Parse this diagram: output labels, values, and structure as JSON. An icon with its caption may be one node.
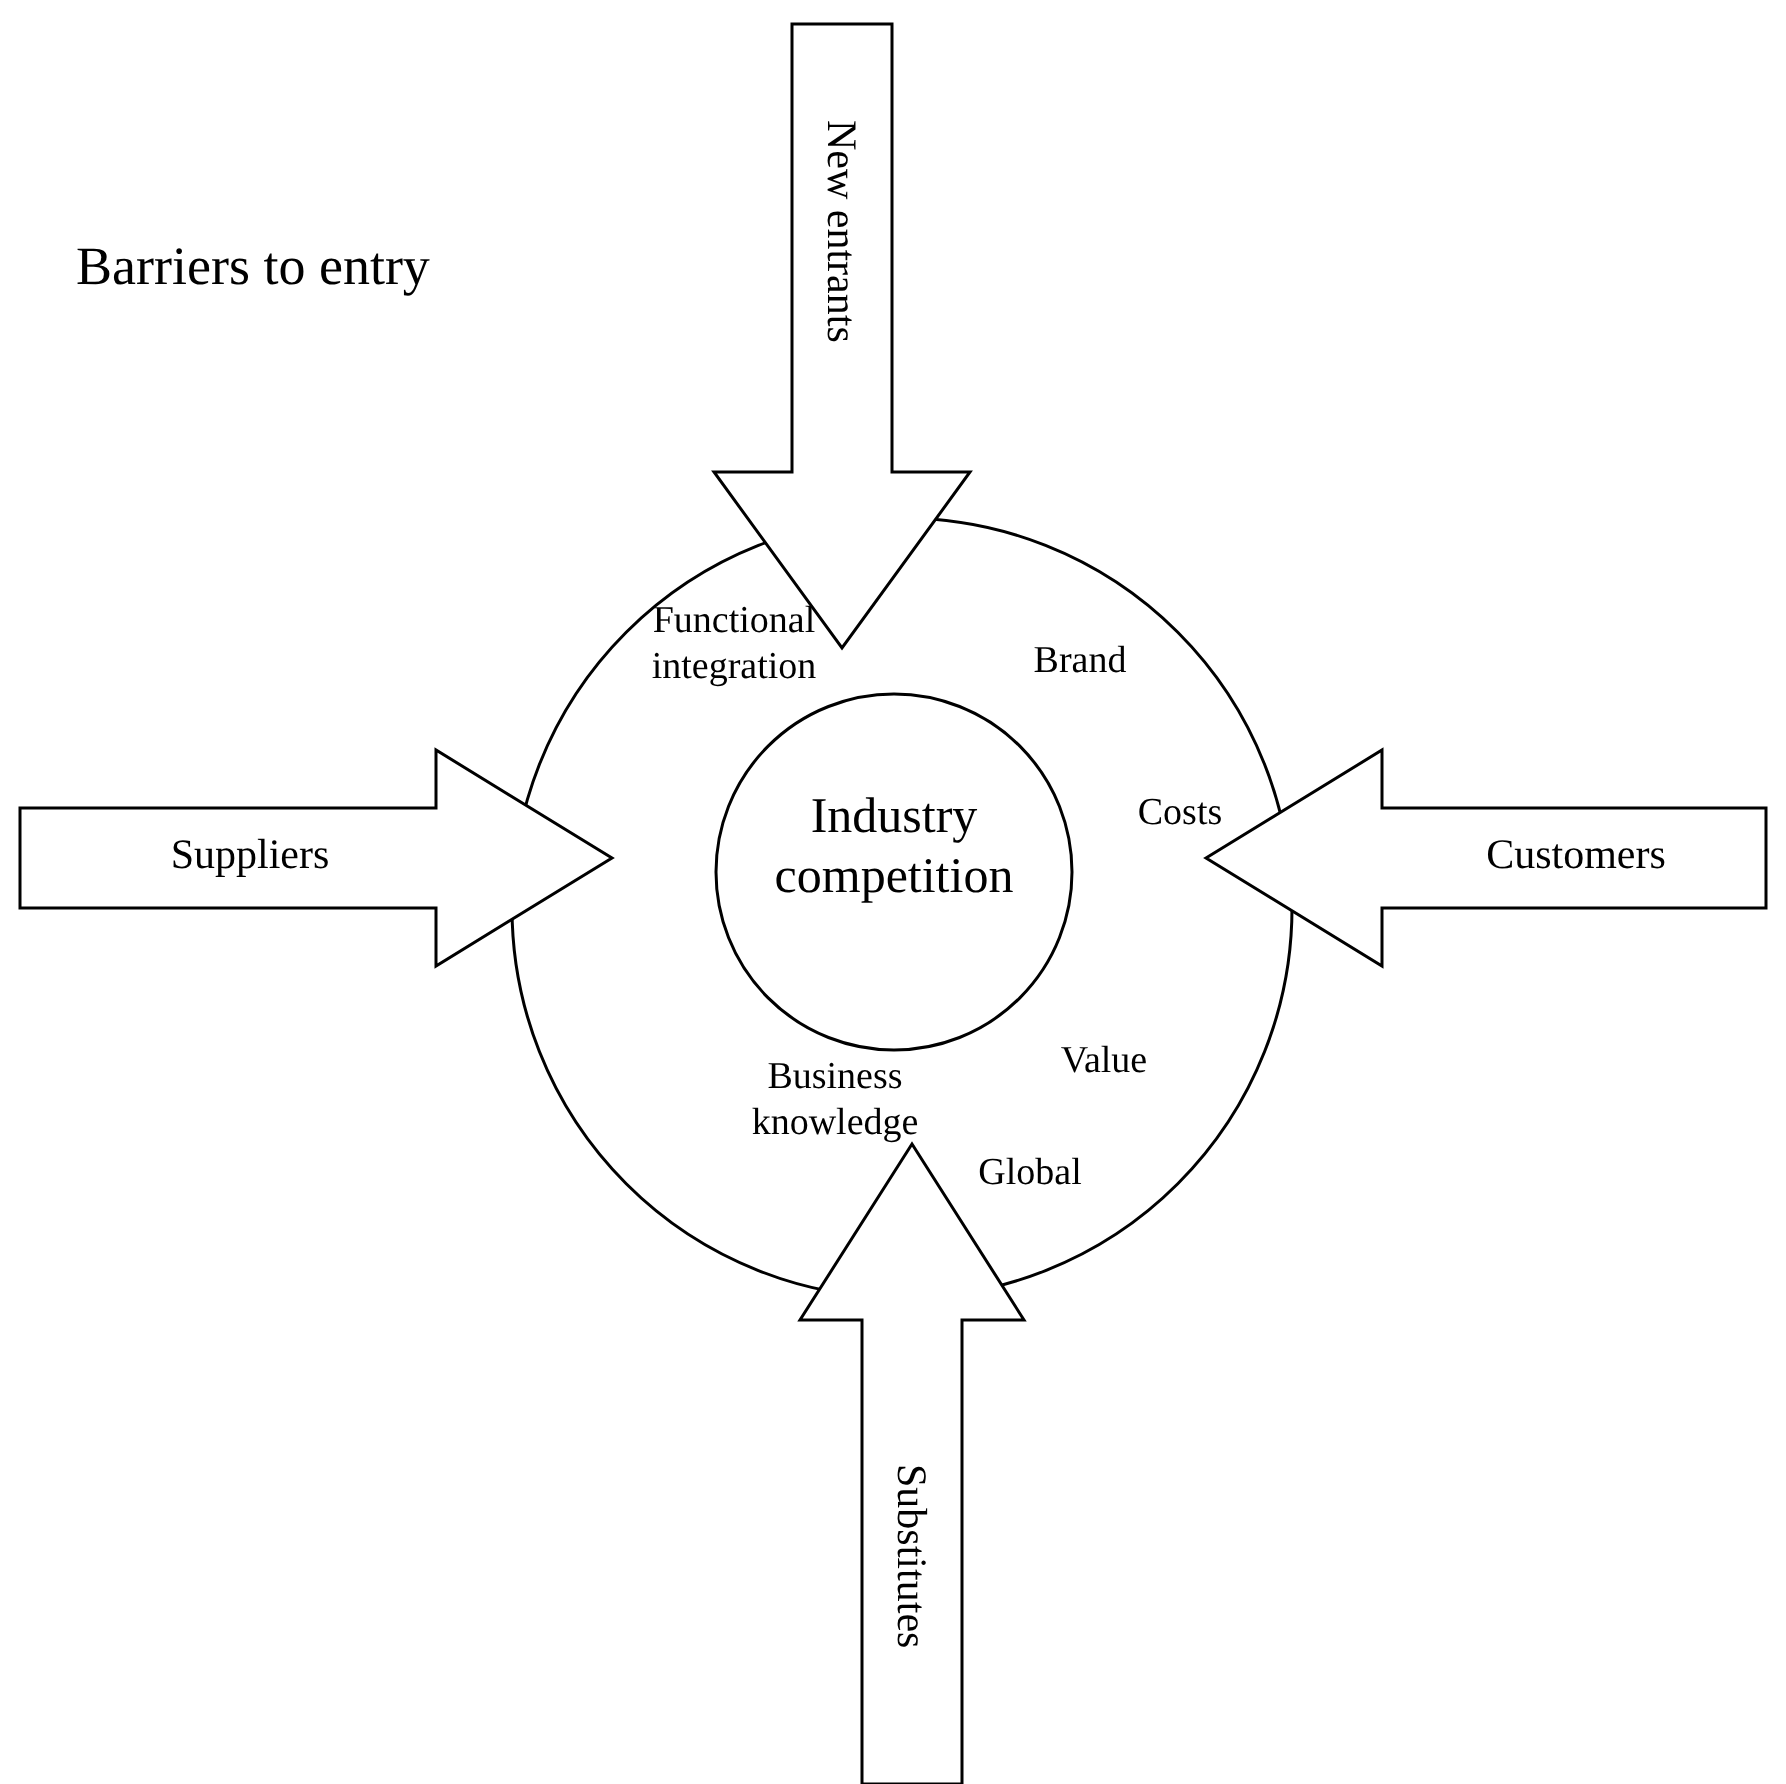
{
  "diagram": {
    "title": "Barriers to entry",
    "nodes": [
      {
        "text": [
          "Functional integration",
          "Brand",
          "Costs",
          "Value",
          "Business knowledge",
          "Global"
        ]
      },
      {
        "text": [
          "Industry competition"
        ],
        "in": 0
      },
      {
        "text": [
          "New entrants"
        ]
      },
      {
        "text": [
          "Suppliers"
        ]
      },
      {
        "text": [
          "Customers"
        ]
      },
      {
        "text": [
          "Substitutes"
        ]
      }
    ]
  }
}
